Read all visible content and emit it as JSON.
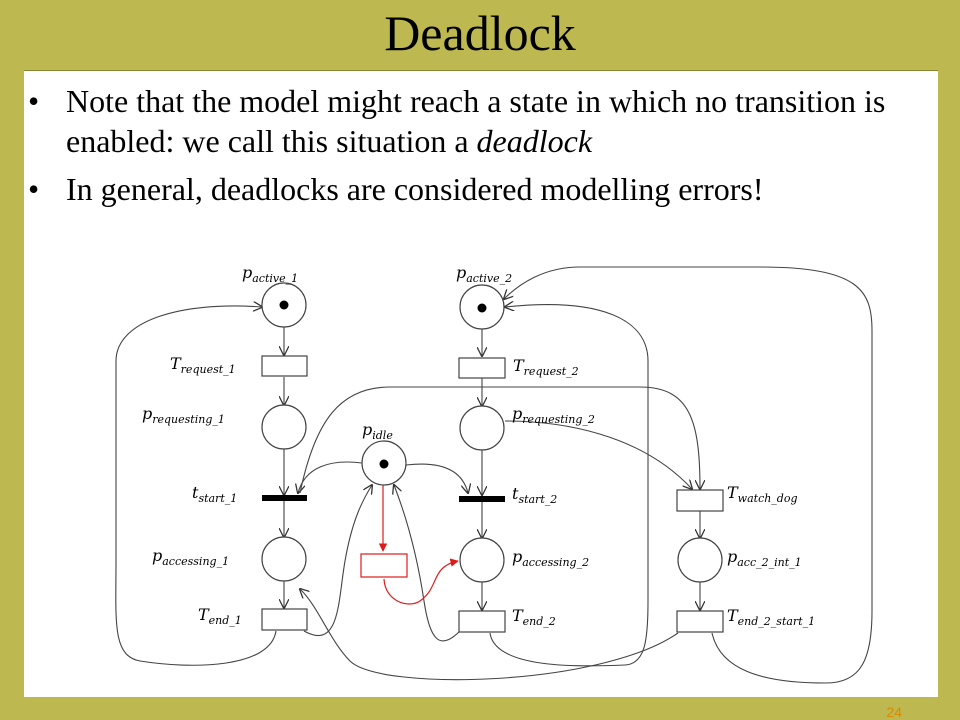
{
  "title": "Deadlock",
  "bullets": {
    "b1_text": "Note that the model might reach a state in which no transition is enabled: we call this situation a ",
    "b1_emph": "deadlock",
    "b2_text": "In general, deadlocks are considered modelling errors!"
  },
  "diagram": {
    "places": {
      "p_active_1": {
        "main": "p",
        "sub": "active_1"
      },
      "p_active_2": {
        "main": "p",
        "sub": "active_2"
      },
      "p_requesting_1": {
        "main": "p",
        "sub": "requesting_1"
      },
      "p_requesting_2": {
        "main": "p",
        "sub": "requesting_2"
      },
      "p_idle": {
        "main": "p",
        "sub": "idle"
      },
      "p_accessing_1": {
        "main": "p",
        "sub": "accessing_1"
      },
      "p_accessing_2": {
        "main": "p",
        "sub": "accessing_2"
      },
      "p_acc_2_int_1": {
        "main": "p",
        "sub": "acc_2_int_1"
      }
    },
    "transitions": {
      "T_request_1": {
        "main": "T",
        "sub": "request_1"
      },
      "T_request_2": {
        "main": "T",
        "sub": "request_2"
      },
      "t_start_1": {
        "main": "t",
        "sub": "start_1"
      },
      "t_start_2": {
        "main": "t",
        "sub": "start_2"
      },
      "T_end_1": {
        "main": "T",
        "sub": "end_1"
      },
      "T_end_2": {
        "main": "T",
        "sub": "end_2"
      },
      "T_watch_dog": {
        "main": "T",
        "sub": "watch_dog"
      },
      "T_end_2_start_1": {
        "main": "T",
        "sub": "end_2_start_1"
      }
    },
    "tokens": [
      "p_active_1",
      "p_active_2",
      "p_idle"
    ],
    "highlight_color": "#E0191B"
  },
  "slide_number": "24"
}
